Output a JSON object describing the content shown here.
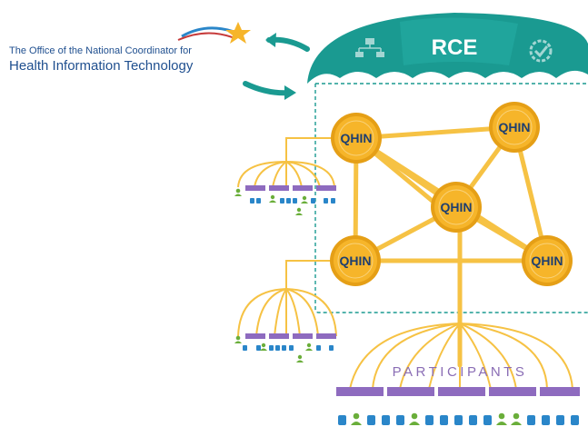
{
  "logo": {
    "line1": "The Office of the National Coordinator for",
    "line2": "Health Information Technology"
  },
  "umbrella": {
    "label": "RCE",
    "icons": [
      "org-chart-icon",
      "verified-badge-icon"
    ]
  },
  "nodes": {
    "tl": "QHIN",
    "tr": "QHIN",
    "center": "QHIN",
    "bl": "QHIN",
    "br": "QHIN"
  },
  "participants_label": "PARTICIPANTS",
  "colors": {
    "teal": "#1a9a91",
    "teal_dark": "#137a73",
    "qhin_fill": "#f6b52a",
    "qhin_ring": "#e59f16",
    "link": "#f6c244",
    "bar": "#8e6bbf",
    "db": "#2a86c9",
    "person": "#6aae3a",
    "logo_text": "#1f4f8f",
    "participants_text": "#8a6db5"
  }
}
